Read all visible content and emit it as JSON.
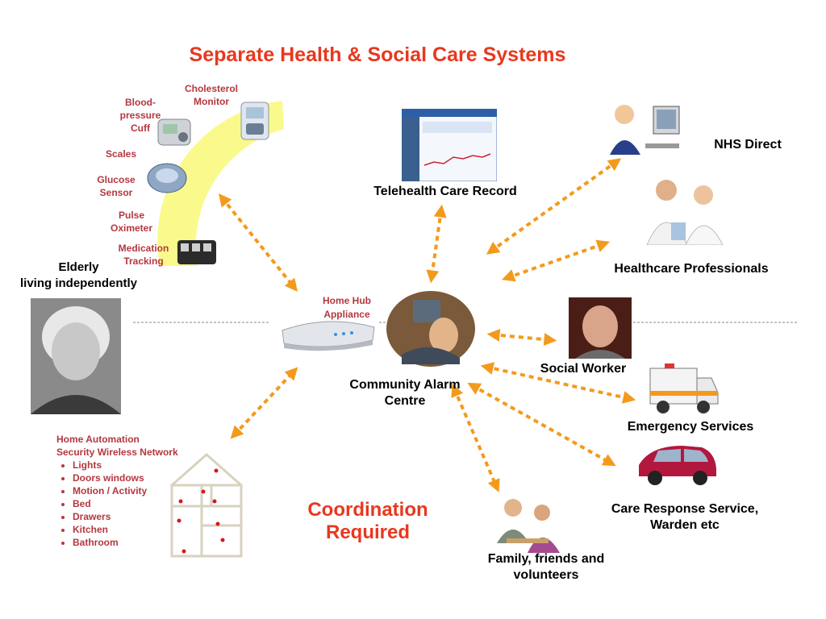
{
  "title": "Separate Health & Social Care Systems",
  "devices": [
    "Cholesterol Monitor",
    "Blood-pressure Cuff",
    "Scales",
    "Glucose Sensor",
    "Pulse Oximeter",
    "Medication Tracking"
  ],
  "elderly": {
    "line1": "Elderly",
    "line2": "living independently"
  },
  "hub": {
    "line1": "Home Hub",
    "line2": "Appliance"
  },
  "alarm": {
    "line1": "Community Alarm",
    "line2": "Centre"
  },
  "telehealth": "Telehealth Care Record",
  "nhs": "NHS Direct",
  "healthcare": "Healthcare Professionals",
  "social": "Social Worker",
  "emergency": "Emergency Services",
  "care": {
    "line1": "Care Response Service,",
    "line2": "Warden etc"
  },
  "family": {
    "line1": "Family, friends and",
    "line2": "volunteers"
  },
  "coordination": {
    "line1": "Coordination",
    "line2": "Required"
  },
  "automation": {
    "line1": "Home Automation",
    "line2": "Security Wireless Network",
    "items": [
      "Lights",
      "Doors windows",
      "Motion / Activity",
      "Bed",
      "Drawers",
      "Kitchen",
      "Bathroom"
    ]
  },
  "colors": {
    "title": "#e8381e",
    "device_label": "#b4373f",
    "arrow": "#f39a1c",
    "arc": "#fafa8c"
  }
}
